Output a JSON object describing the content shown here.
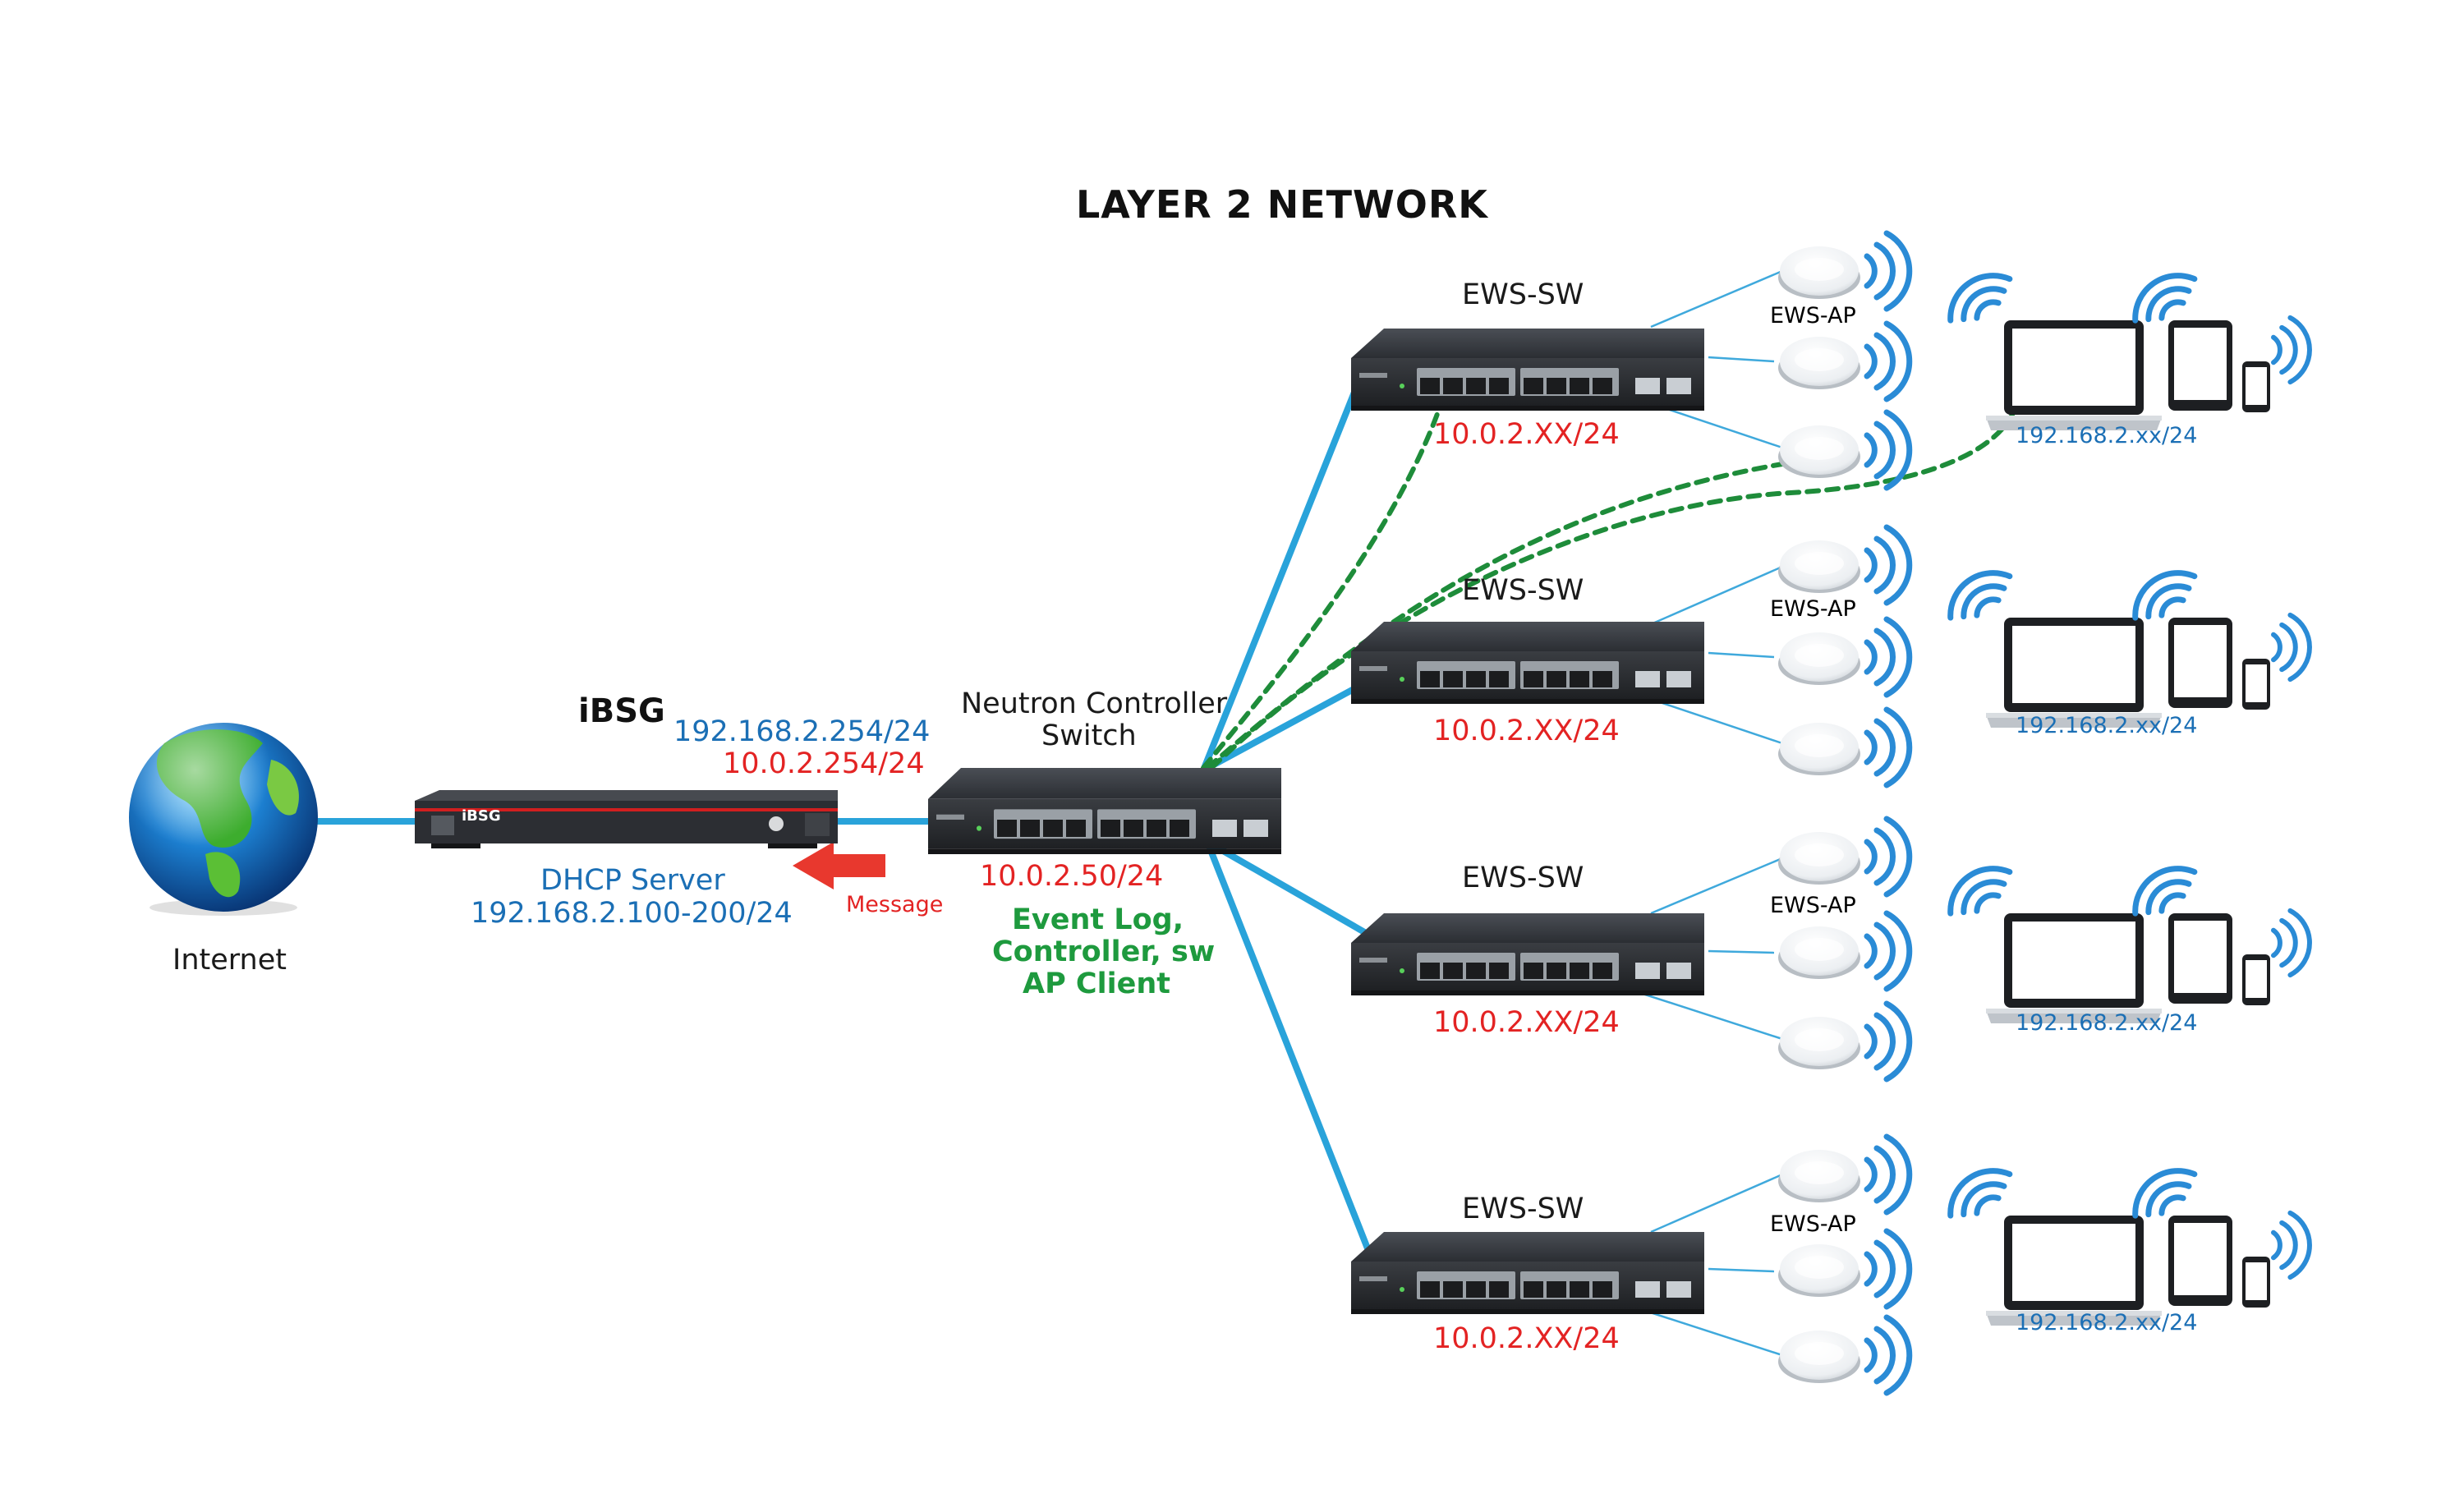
{
  "title": "LAYER 2 NETWORK",
  "internet": {
    "label": "Internet"
  },
  "ibsg": {
    "name": "iBSG",
    "device_badge": "iBSG",
    "ip_lan": "192.168.2.254/24",
    "ip_mgmt": "10.0.2.254/24",
    "dhcp_title": "DHCP Server",
    "dhcp_range": "192.168.2.100-200/24"
  },
  "message": {
    "label": "Message"
  },
  "controller": {
    "name_line1": "Neutron Controller",
    "name_line2": "Switch",
    "ip": "10.0.2.50/24",
    "functions_line1": "Event Log,",
    "functions_line2": "Controller, sw",
    "functions_line3": "AP Client"
  },
  "switches": [
    {
      "label": "EWS-SW",
      "ip": "10.0.2.XX/24",
      "ap_label": "EWS-AP",
      "client_ip": "192.168.2.xx/24"
    },
    {
      "label": "EWS-SW",
      "ip": "10.0.2.XX/24",
      "ap_label": "EWS-AP",
      "client_ip": "192.168.2.xx/24"
    },
    {
      "label": "EWS-SW",
      "ip": "10.0.2.XX/24",
      "ap_label": "EWS-AP",
      "client_ip": "192.168.2.xx/24"
    },
    {
      "label": "EWS-SW",
      "ip": "10.0.2.XX/24",
      "ap_label": "EWS-AP",
      "client_ip": "192.168.2.xx/24"
    }
  ],
  "colors": {
    "uplink": "#29a3da",
    "ap_link": "#3fa9dc",
    "mgmt_link": "#1e8c3a",
    "blue_text": "#1b6fb5",
    "red_text": "#e32323",
    "green_text": "#1e9a3e",
    "arrow": "#e8382e",
    "wifi": "#2a8bd6"
  },
  "icons": [
    "globe-icon",
    "router-icon",
    "switch-icon",
    "access-point-icon",
    "wifi-icon",
    "laptop-icon",
    "tablet-icon",
    "phone-icon",
    "arrow-left-icon"
  ]
}
